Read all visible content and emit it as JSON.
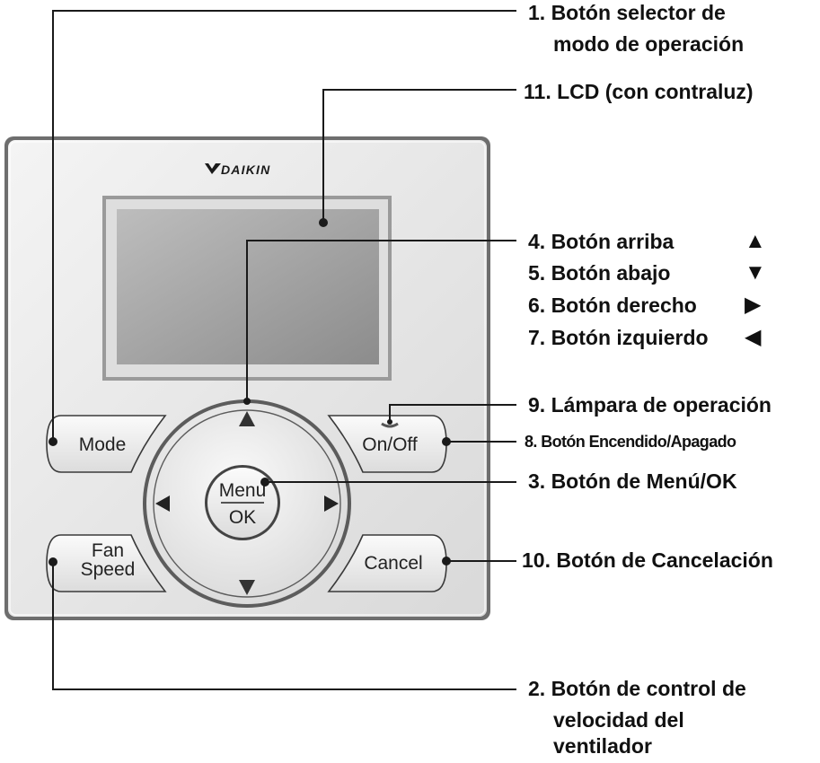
{
  "brand": {
    "logo_text": "DAIKIN"
  },
  "buttons": {
    "mode": "Mode",
    "on_off": "On/Off",
    "fan_speed_line1": "Fan",
    "fan_speed_line2": "Speed",
    "cancel": "Cancel",
    "menu": "Menu",
    "ok": "OK"
  },
  "labels": {
    "mode_selector_line1": "1. Botón selector de",
    "mode_selector_line2": "modo de operación",
    "lcd": "11. LCD (con contraluz)",
    "up": "4. Botón arriba",
    "down": "5. Botón abajo",
    "right": "6. Botón derecho",
    "left": "7. Botón izquierdo",
    "lamp": "9. Lámpara de operación",
    "on_off": "8. Botón Encendido/Apagado",
    "menu_ok": "3. Botón de Menú/OK",
    "cancel": "10. Botón de Cancelación",
    "fan_line1": "2. Botón de control de",
    "fan_line2": "velocidad del",
    "fan_line3": "ventilador"
  },
  "arrow_glyphs": {
    "up": "▲",
    "down": "▼",
    "right": "▶",
    "left": "◀"
  }
}
